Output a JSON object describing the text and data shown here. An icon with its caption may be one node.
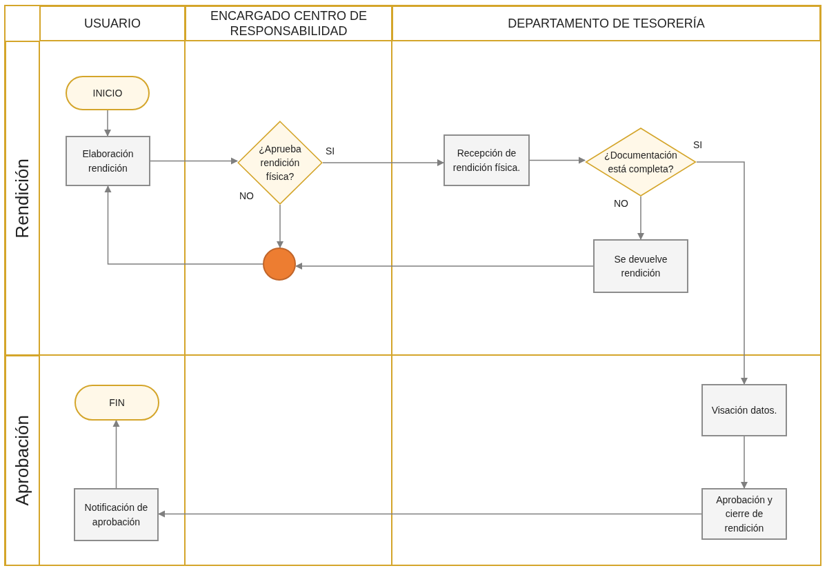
{
  "diagram": {
    "nodes": [
      {
        "text": [
          "USUARIO"
        ]
      },
      {
        "text": [
          "ENCARGADO CENTRO DE RESPONSABILIDAD"
        ]
      },
      {
        "text": [
          "DEPARTAMENTO DE TESORERÍA"
        ]
      },
      {
        "text": [
          "Rendición"
        ]
      },
      {
        "text": [
          "Aprobación"
        ]
      },
      {
        "text": [
          "INICIO"
        ]
      },
      {
        "text": [
          "Elaboración rendición"
        ]
      },
      {
        "text": [
          "¿Aprueba rendición física?"
        ]
      },
      {
        "text": [
          "Recepción de rendición física."
        ]
      },
      {
        "text": [
          "¿Documentación está completa?"
        ]
      },
      {
        "text": [],
        "shape": "circle"
      },
      {
        "text": [
          "Se devuelve rendición"
        ]
      },
      {
        "text": [
          "FIN"
        ]
      },
      {
        "text": [
          "Visación datos."
        ]
      },
      {
        "text": [
          "Notificación de aprobación"
        ]
      },
      {
        "text": [
          "Aprobación y cierre de rendición"
        ]
      }
    ],
    "edges": [
      {
        "from": 5,
        "to": 6,
        "arrow": "to"
      },
      {
        "from": 6,
        "to": 7,
        "arrow": "to"
      },
      {
        "from": 7,
        "to": 8,
        "arrow": "to",
        "label": "SI"
      },
      {
        "from": 7,
        "to": 10,
        "arrow": "to",
        "label": "NO"
      },
      {
        "from": 8,
        "to": 9,
        "arrow": "to"
      },
      {
        "from": 9,
        "to": 11,
        "arrow": "to",
        "label": "NO"
      },
      {
        "from": 11,
        "to": 10,
        "arrow": "to"
      },
      {
        "from": 10,
        "to": 6,
        "arrow": "to"
      },
      {
        "from": 9,
        "to": 13,
        "arrow": "to",
        "label": "SI"
      },
      {
        "from": 13,
        "to": 15,
        "arrow": "to"
      },
      {
        "from": 15,
        "to": 14,
        "arrow": "to"
      },
      {
        "from": 14,
        "to": 12,
        "arrow": "to"
      }
    ]
  }
}
